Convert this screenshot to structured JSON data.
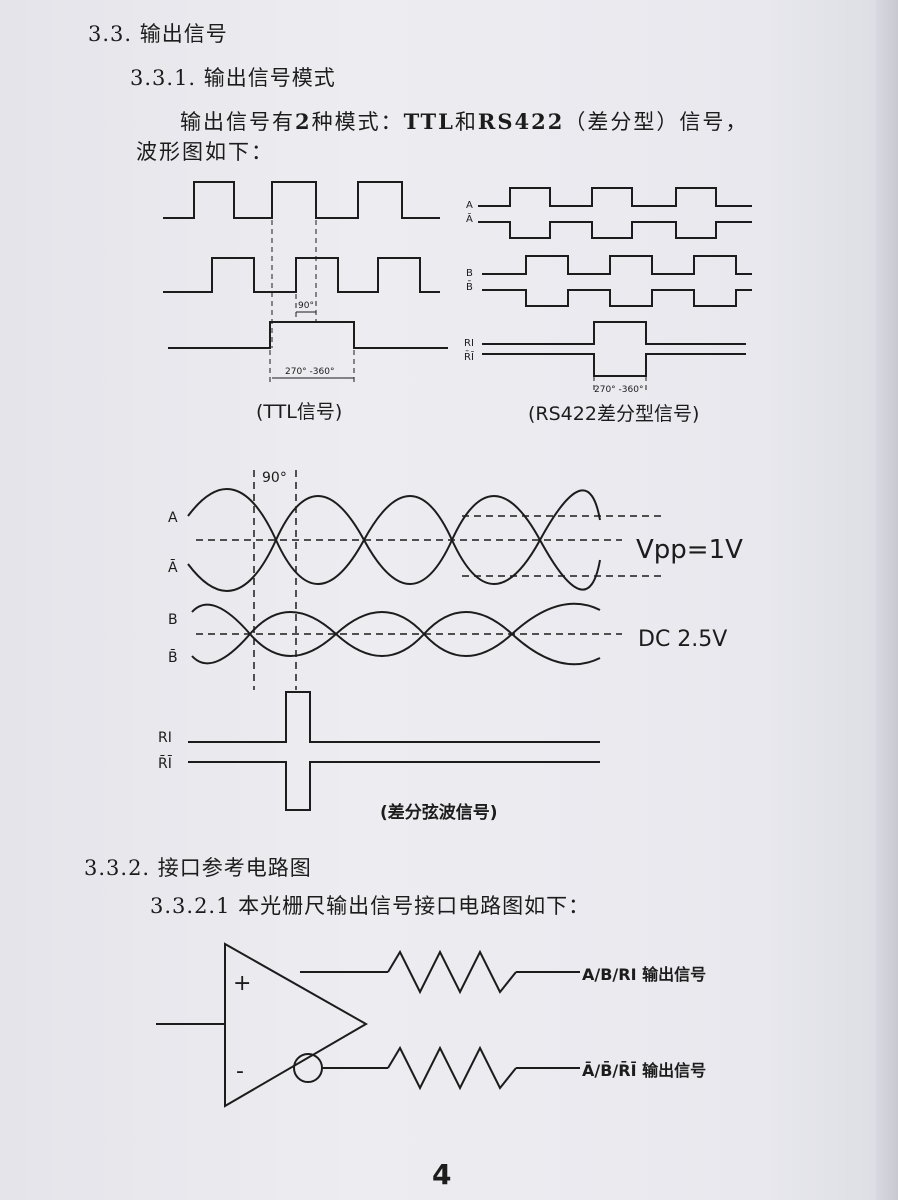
{
  "headings": {
    "section": "3.3. 输出信号",
    "subsection_1": "3.3.1. 输出信号模式",
    "subsection_2": "3.3.2. 接口参考电路图"
  },
  "paragraphs": {
    "modes_intro_prefix": "输出信号有",
    "modes_count": "2",
    "modes_middle": "种模式：",
    "mode_ttl": "TTL",
    "mode_and": "和",
    "mode_rs422": "RS422",
    "modes_suffix": "（差分型）信号，",
    "waveform_intro": "波形图如下：",
    "circuit_intro": "3.3.2.1 本光栅尺输出信号接口电路图如下："
  },
  "ttl_diagram": {
    "phase_label": "90°",
    "index_width_label": "270° -360°",
    "caption": "(TTL信号)"
  },
  "rs422_diagram": {
    "labels": [
      "A",
      "Ā",
      "B",
      "B̄",
      "RI",
      "R̄Ī"
    ],
    "index_width_label": "270° -360°",
    "caption": "(RS422差分型信号)"
  },
  "sine_diagram": {
    "phase_label": "90°",
    "labels": [
      "A",
      "Ā",
      "B",
      "B̄",
      "RI",
      "R̄Ī"
    ],
    "amplitude_label": "Vpp=1V",
    "dc_label": "DC 2.5V",
    "caption": "(差分弦波信号)"
  },
  "circuit": {
    "plus_sign": "+",
    "minus_sign": "-",
    "output_positive": "A/B/RI  输出信号",
    "output_negative": "Ā/B̄/R̄Ī  输出信号"
  },
  "page_number": "4"
}
